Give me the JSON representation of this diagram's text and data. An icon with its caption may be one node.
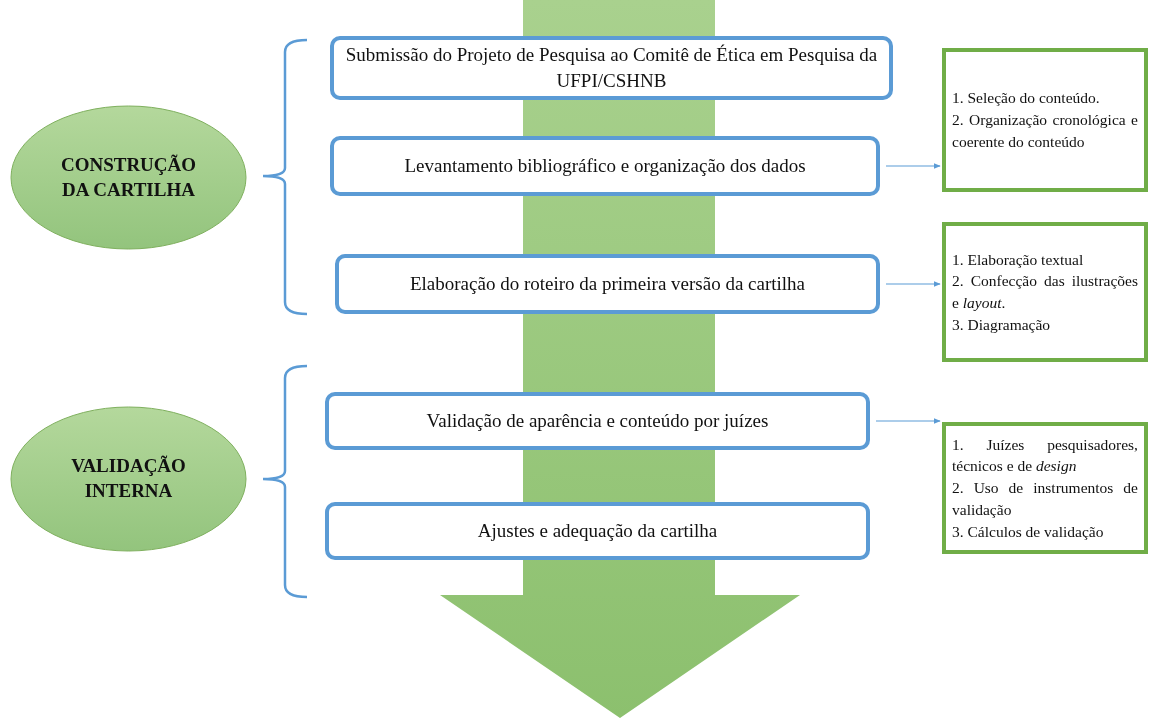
{
  "diagram": {
    "nodes": [
      {
        "text": [
          "CONSTRUÇÃO DA CARTILHA"
        ]
      },
      {
        "text": [
          "Submissão do Projeto de Pesquisa ao Comitê de Ética em Pesquisa da UFPI/CSHNB"
        ]
      },
      {
        "text": [
          "Levantamento bibliográfico e organização dos dados"
        ]
      },
      {
        "text": [
          "Elaboração do roteiro da primeira versão da cartilha"
        ]
      },
      {
        "text": [
          "VALIDAÇÃO INTERNA"
        ]
      },
      {
        "text": [
          "Validação de aparência e conteúdo por juízes"
        ]
      },
      {
        "text": [
          "Ajustes e adequação da cartilha"
        ]
      },
      {
        "text": [
          "1. Seleção do conteúdo.",
          "2. Organização cronológica e coerente do conteúdo"
        ]
      },
      {
        "text": [
          "1. Elaboração textual",
          "2. Confecção das ilustrações e *layout*.",
          "3. Diagramação"
        ]
      },
      {
        "text": [
          "1. Juízes pesquisadores, técnicos e de *design*",
          "2. Uso de instrumentos de validação",
          "3. Cálculos de validação"
        ]
      }
    ],
    "edges": [
      {
        "from": 2,
        "to": 7,
        "arrow": "to"
      },
      {
        "from": 3,
        "to": 8,
        "arrow": "to"
      },
      {
        "from": 5,
        "to": 9,
        "arrow": "to"
      }
    ]
  }
}
